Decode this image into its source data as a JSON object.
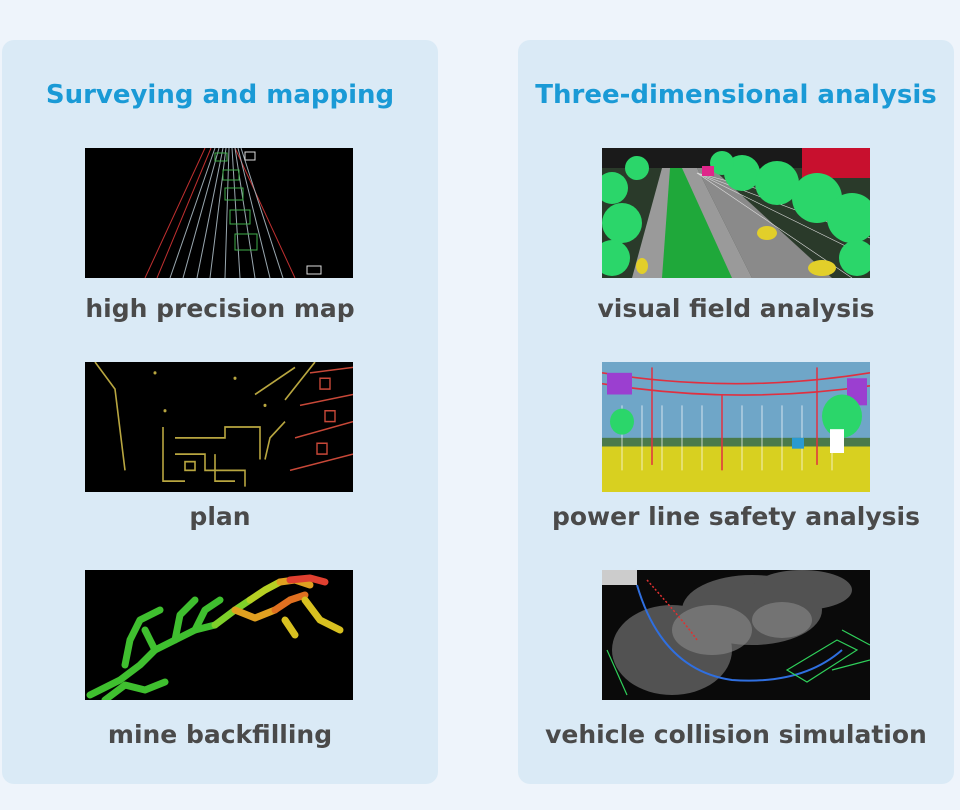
{
  "sections": [
    {
      "title": "Surveying and mapping",
      "items": [
        {
          "caption": "high precision map",
          "thumb": "lidar-lane-map"
        },
        {
          "caption": "plan",
          "thumb": "floor-plan-outline"
        },
        {
          "caption": "mine backfilling",
          "thumb": "mine-tunnel-heatmap"
        }
      ]
    },
    {
      "title": "Three-dimensional analysis",
      "items": [
        {
          "caption": "visual field analysis",
          "thumb": "street-point-cloud"
        },
        {
          "caption": "power line safety analysis",
          "thumb": "power-line-scan"
        },
        {
          "caption": "vehicle collision simulation",
          "thumb": "vehicle-path-scan"
        }
      ]
    }
  ],
  "colors": {
    "title": "#1a9ad6",
    "caption": "#4a4a4a",
    "card": "#daeaf6",
    "background": "#eef4fb"
  }
}
